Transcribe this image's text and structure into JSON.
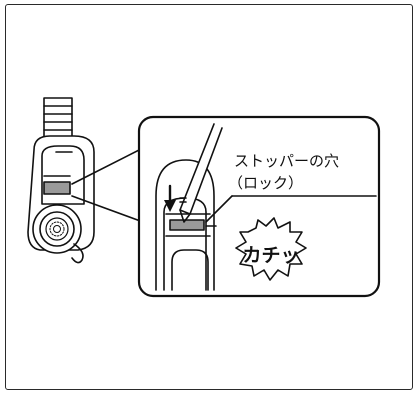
{
  "illustration": {
    "callout_label_line1": "ストッパーの穴",
    "callout_label_line2": "（ロック）",
    "sound_effect": "カチッ",
    "colors": {
      "line": "#111111",
      "gray": "#9a9a9a",
      "background": "#ffffff"
    }
  }
}
